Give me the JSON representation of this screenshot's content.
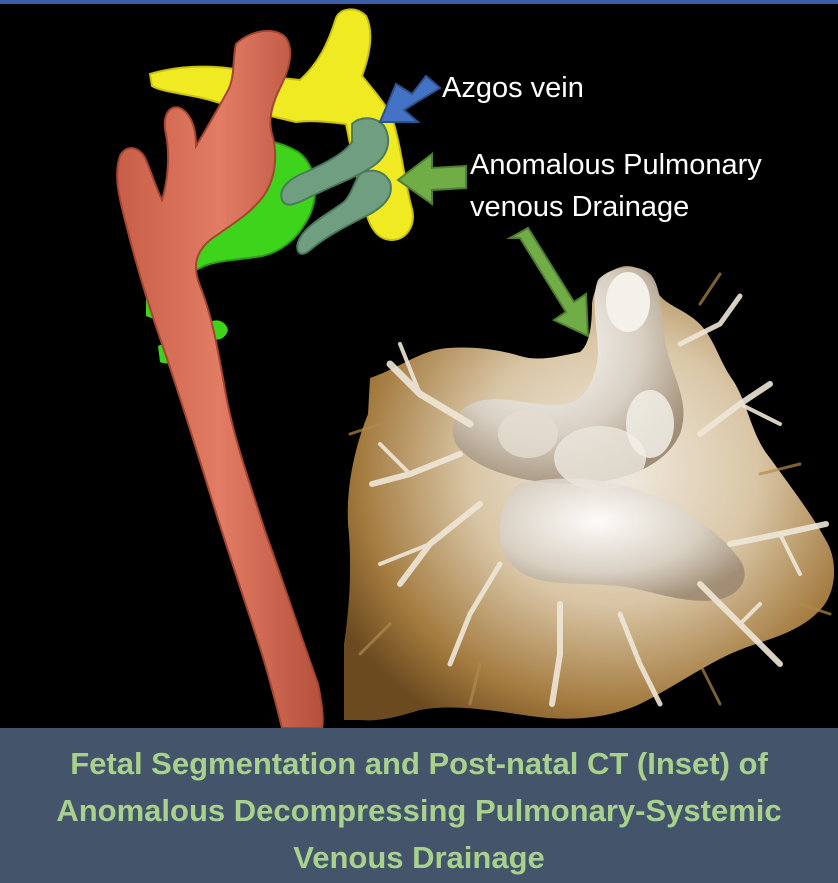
{
  "labels": {
    "azygos": "Azgos vein",
    "anomalous_line1": "Anomalous Pulmonary",
    "anomalous_line2": "venous Drainage"
  },
  "caption": {
    "line1": "Fetal Segmentation and Post-natal CT (Inset) of",
    "line2": "Anomalous Decompressing Pulmonary-Systemic",
    "line3": "Venous Drainage"
  },
  "colors": {
    "background": "#000000",
    "caption_bg": "#44546a",
    "caption_text": "#a9d18e",
    "label_text": "#ffffff",
    "top_bar": "#3a5ea8",
    "aorta_segmentation": "#d9705a",
    "azygos_segmentation": "#f0ea22",
    "pulmonary_segmentation": "#3fd41c",
    "anomalous_vein_segmentation": "#6f9e80",
    "arrow_blue": "#4472c4",
    "arrow_green": "#70ad47",
    "ct_rendering": "#e8dccb"
  }
}
